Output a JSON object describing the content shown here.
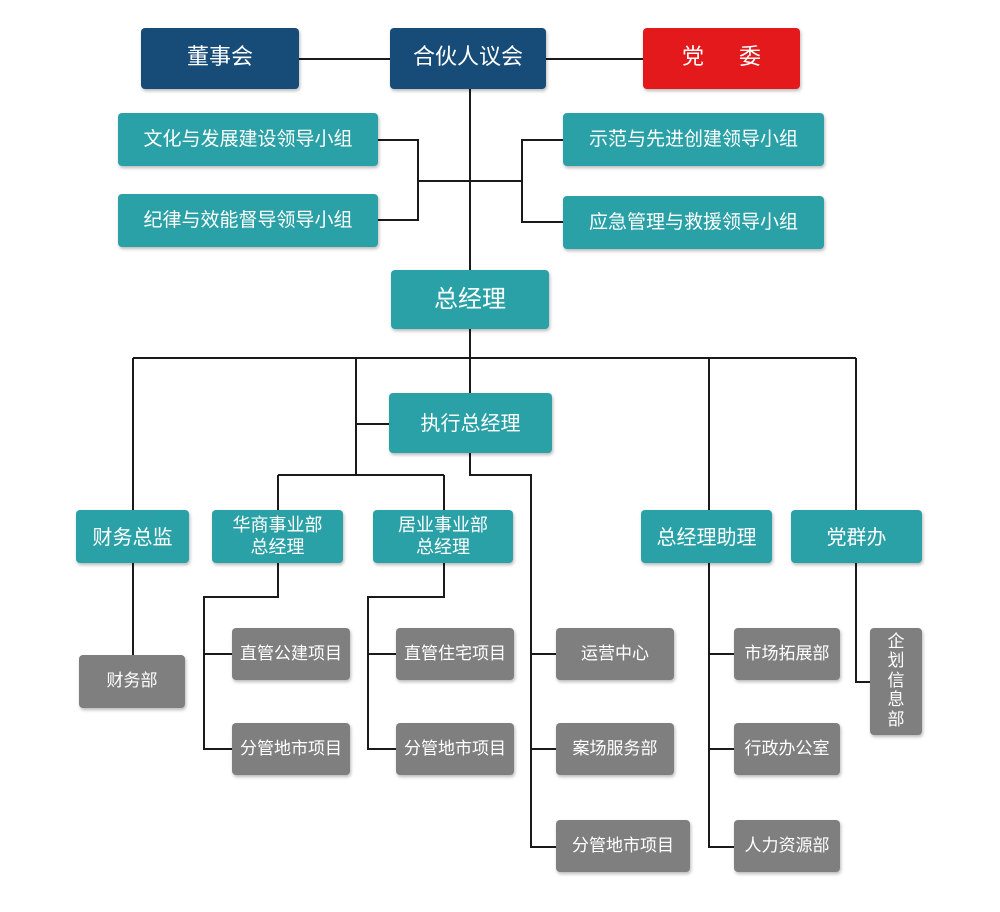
{
  "top": {
    "board": "董事会",
    "partners_council": "合伙人议会",
    "party_committee": "党 委"
  },
  "leading_groups": {
    "culture": "文化与发展建设领导小组",
    "discipline": "纪律与效能督导领导小组",
    "model": "示范与先进创建领导小组",
    "emergency": "应急管理与救援领导小组"
  },
  "gm": "总经理",
  "executive_gm": "执行总经理",
  "level2": {
    "cfo": "财务总监",
    "huashang_gm": "华商事业部\n总经理",
    "juye_gm": "居业事业部\n总经理",
    "gm_assistant": "总经理助理",
    "party_office": "党群办"
  },
  "departments": {
    "finance": "财务部",
    "huashang_public": "直管公建项目",
    "huashang_branch": "分管地市项目",
    "juye_residential": "直管住宅项目",
    "juye_branch": "分管地市项目",
    "operations": "运营中心",
    "sales_service": "案场服务部",
    "exec_branch": "分管地市项目",
    "market_dev": "市场拓展部",
    "admin_office": "行政办公室",
    "hr": "人力资源部",
    "planning_info": "企\n划\n信\n息\n部"
  },
  "colors": {
    "navy": "#174c79",
    "red": "#e3191b",
    "teal": "#2aa1a6",
    "gray": "#7f7f7f",
    "line": "#1a1a1a"
  }
}
